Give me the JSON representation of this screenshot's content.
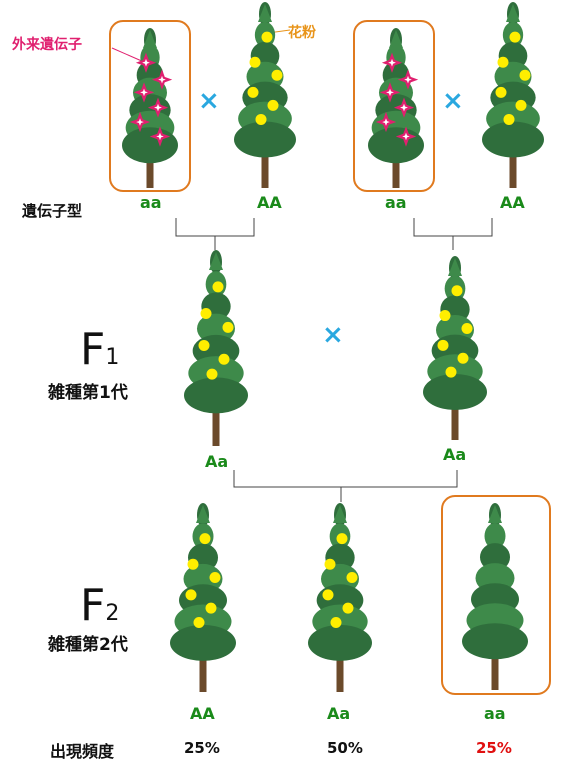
{
  "annotations": {
    "foreign_gene": "外来遺伝子",
    "pollen": "花粉"
  },
  "labels": {
    "genotype": "遺伝子型",
    "f1_letter": "F",
    "f1_sub": "1",
    "f1_name": "雑種第1代",
    "f2_letter": "F",
    "f2_sub": "2",
    "f2_name": "雑種第2代",
    "frequency": "出現頻度"
  },
  "cross_symbol": "×",
  "parents": [
    {
      "genotype": "aa"
    },
    {
      "genotype": "AA"
    },
    {
      "genotype": "aa"
    },
    {
      "genotype": "AA"
    }
  ],
  "f1": [
    {
      "genotype": "Aa"
    },
    {
      "genotype": "Aa"
    }
  ],
  "f2": [
    {
      "genotype": "AA",
      "frequency": "25%"
    },
    {
      "genotype": "Aa",
      "frequency": "50%"
    },
    {
      "genotype": "aa",
      "frequency": "25%"
    }
  ],
  "colors": {
    "frame": "#e07a1f",
    "cross": "#2aa8e0",
    "genotype": "#1a8a1a",
    "foreign_gene": "#e0206f",
    "pollen_label": "#e8941a",
    "pollen_dot": "#ffee00",
    "highlight_frequency": "#e01010"
  }
}
